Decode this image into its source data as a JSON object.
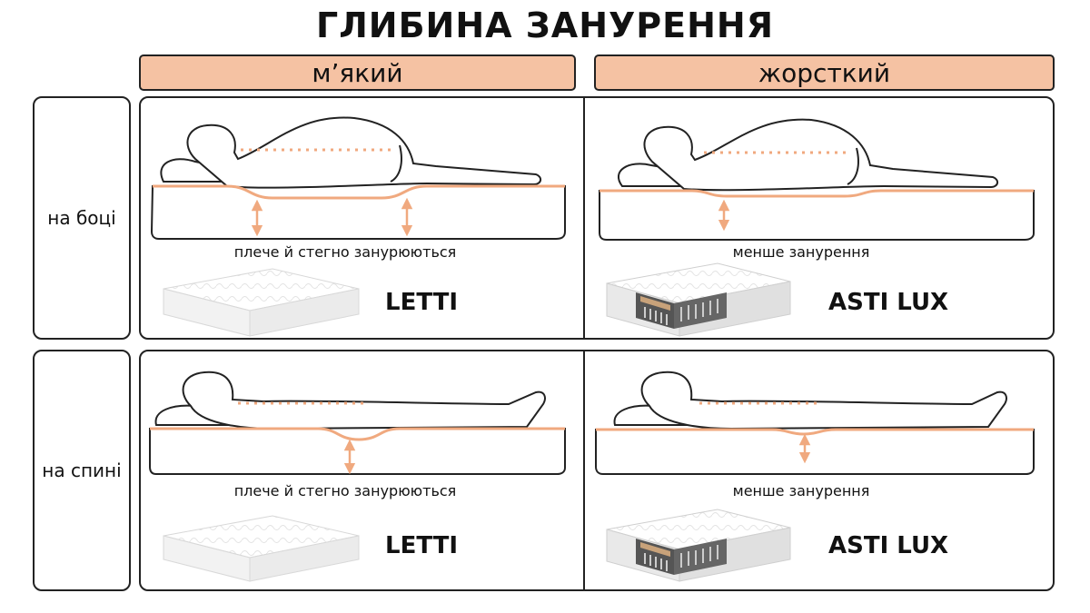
{
  "title": "ГЛИБИНА ЗАНУРЕННЯ",
  "columns": [
    {
      "label": "м’який"
    },
    {
      "label": "жорсткий"
    }
  ],
  "rows": [
    {
      "label": "на боці"
    },
    {
      "label": "на спині"
    }
  ],
  "cells": [
    {
      "caption": "плече й стегно занурюються",
      "product": "LETTI"
    },
    {
      "caption": "менше занурення",
      "product": "ASTI LUX"
    },
    {
      "caption": "плече й стегно занурюються",
      "product": "LETTI"
    },
    {
      "caption": "менше занурення",
      "product": "ASTI LUX"
    }
  ],
  "colors": {
    "accent": "#f5c2a3",
    "sink_line": "#f0a97f",
    "outline": "#222222"
  },
  "icons": [
    "side-sleeper-figure",
    "back-sleeper-figure",
    "double-arrow-icon",
    "foam-mattress-image",
    "spring-mattress-image"
  ]
}
